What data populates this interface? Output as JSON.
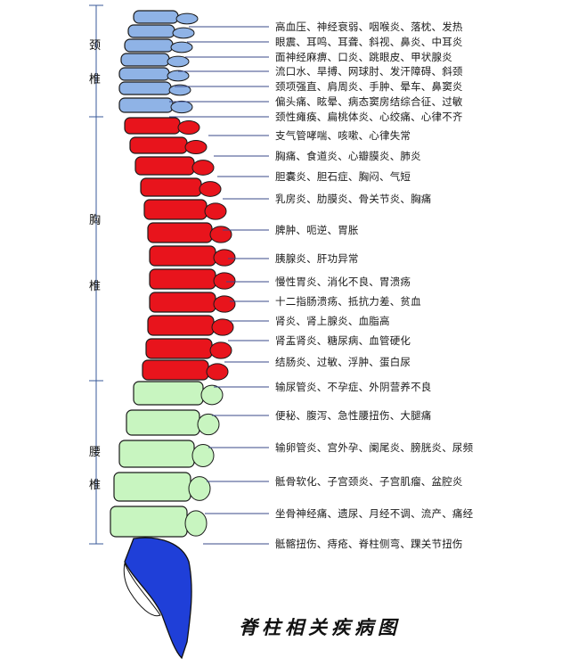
{
  "title": "脊柱相关疾病图",
  "regions": [
    {
      "id": "cervical",
      "chars": [
        "颈",
        "椎"
      ],
      "color": "#8fb3e6"
    },
    {
      "id": "thoracic",
      "chars": [
        "胸",
        "椎"
      ],
      "color": "#e8141c"
    },
    {
      "id": "lumbar",
      "chars": [
        "腰",
        "椎"
      ],
      "color": "#c8f5c0"
    }
  ],
  "sacrum_color": "#1f3fd8",
  "labels": [
    "高血压、神经衰弱、咽喉炎、落枕、发热",
    "眼震、耳鸣、耳聋、斜视、鼻炎、中耳炎",
    "面神经麻痹、口炎、跳眼皮、甲状腺炎",
    "流口水、旱搏、网球肘、发汗障碍、斜颈",
    "颈项强直、肩周炎、手肿、晕车、鼻窦炎",
    "偏头痛、眩晕、病态窦房结综合征、过敏",
    "颈性瘫痪、扁桃体炎、心绞痛、心律不齐",
    "支气管哮喘、咳嗽、心律失常",
    "胸痛、食道炎、心瓣膜炎、肺炎",
    "胆囊炎、胆石症、胸闷、气短",
    "乳房炎、肋膜炎、骨关节炎、胸痛",
    "脾肿、呃逆、胃胀",
    "胰腺炎、肝功异常",
    "慢性胃炎、消化不良、胃溃疡",
    "十二指肠溃疡、抵抗力差、贫血",
    "肾炎、肾上腺炎、血脂高",
    "肾盂肾炎、糖尿病、血管硬化",
    "结肠炎、过敏、浮肿、蛋白尿",
    "输尿管炎、不孕症、外阴营养不良",
    "便秘、腹泻、急性腰扭伤、大腿痛",
    "输卵管炎、宫外孕、阑尾炎、膀胱炎、尿频",
    "骶骨软化、子宫颈炎、子宫肌瘤、盆腔炎",
    "坐骨神经痛、遗尿、月经不调、流产、痛经",
    "骶髂扭伤、痔疮、脊柱侧弯、踝关节扭伤"
  ]
}
